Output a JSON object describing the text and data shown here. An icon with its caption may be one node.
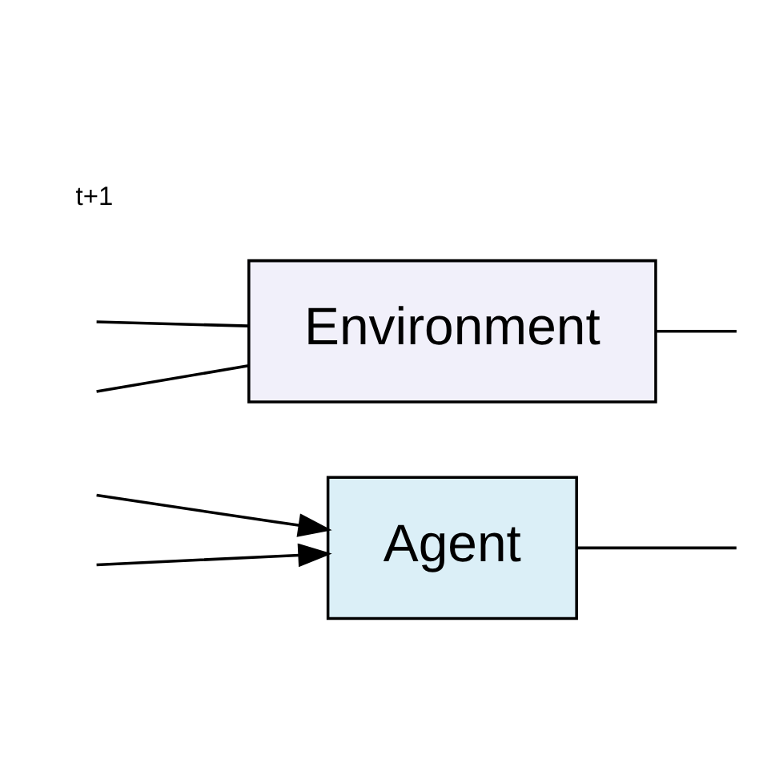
{
  "diagram": {
    "nodes": [
      {
        "text": [
          "Agent"
        ]
      },
      {
        "text": [
          "Environment"
        ]
      }
    ],
    "edges": [
      {
        "from": null,
        "to": 0,
        "arrow": "to"
      },
      {
        "from": null,
        "to": 0,
        "arrow": "to"
      },
      {
        "from": 0,
        "to": null,
        "arrow": "none"
      },
      {
        "from": null,
        "to": 1,
        "arrow": "none"
      },
      {
        "from": null,
        "to": 1,
        "arrow": "none"
      },
      {
        "from": 1,
        "to": null,
        "arrow": "none"
      }
    ],
    "labels": [
      "t+1"
    ]
  }
}
